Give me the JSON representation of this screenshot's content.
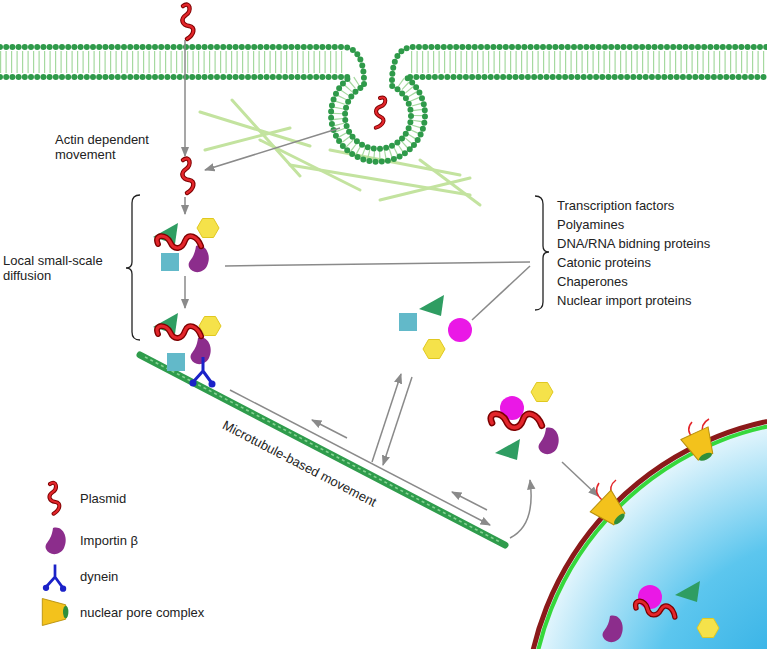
{
  "diagram": {
    "labels": [
      "Actin dependent movement",
      "Local small-scale diffusion",
      "Transcription factors",
      "Polyamines",
      "DNA/RNA bidning proteins",
      "Catonic proteins",
      "Chaperones",
      "Nuclear import proteins",
      "Microtubule-based movement"
    ],
    "legend": [
      {
        "text": "Plasmid"
      },
      {
        "text": "Importin β"
      },
      {
        "text": "dynein"
      },
      {
        "text": "nuclear pore complex"
      }
    ]
  }
}
